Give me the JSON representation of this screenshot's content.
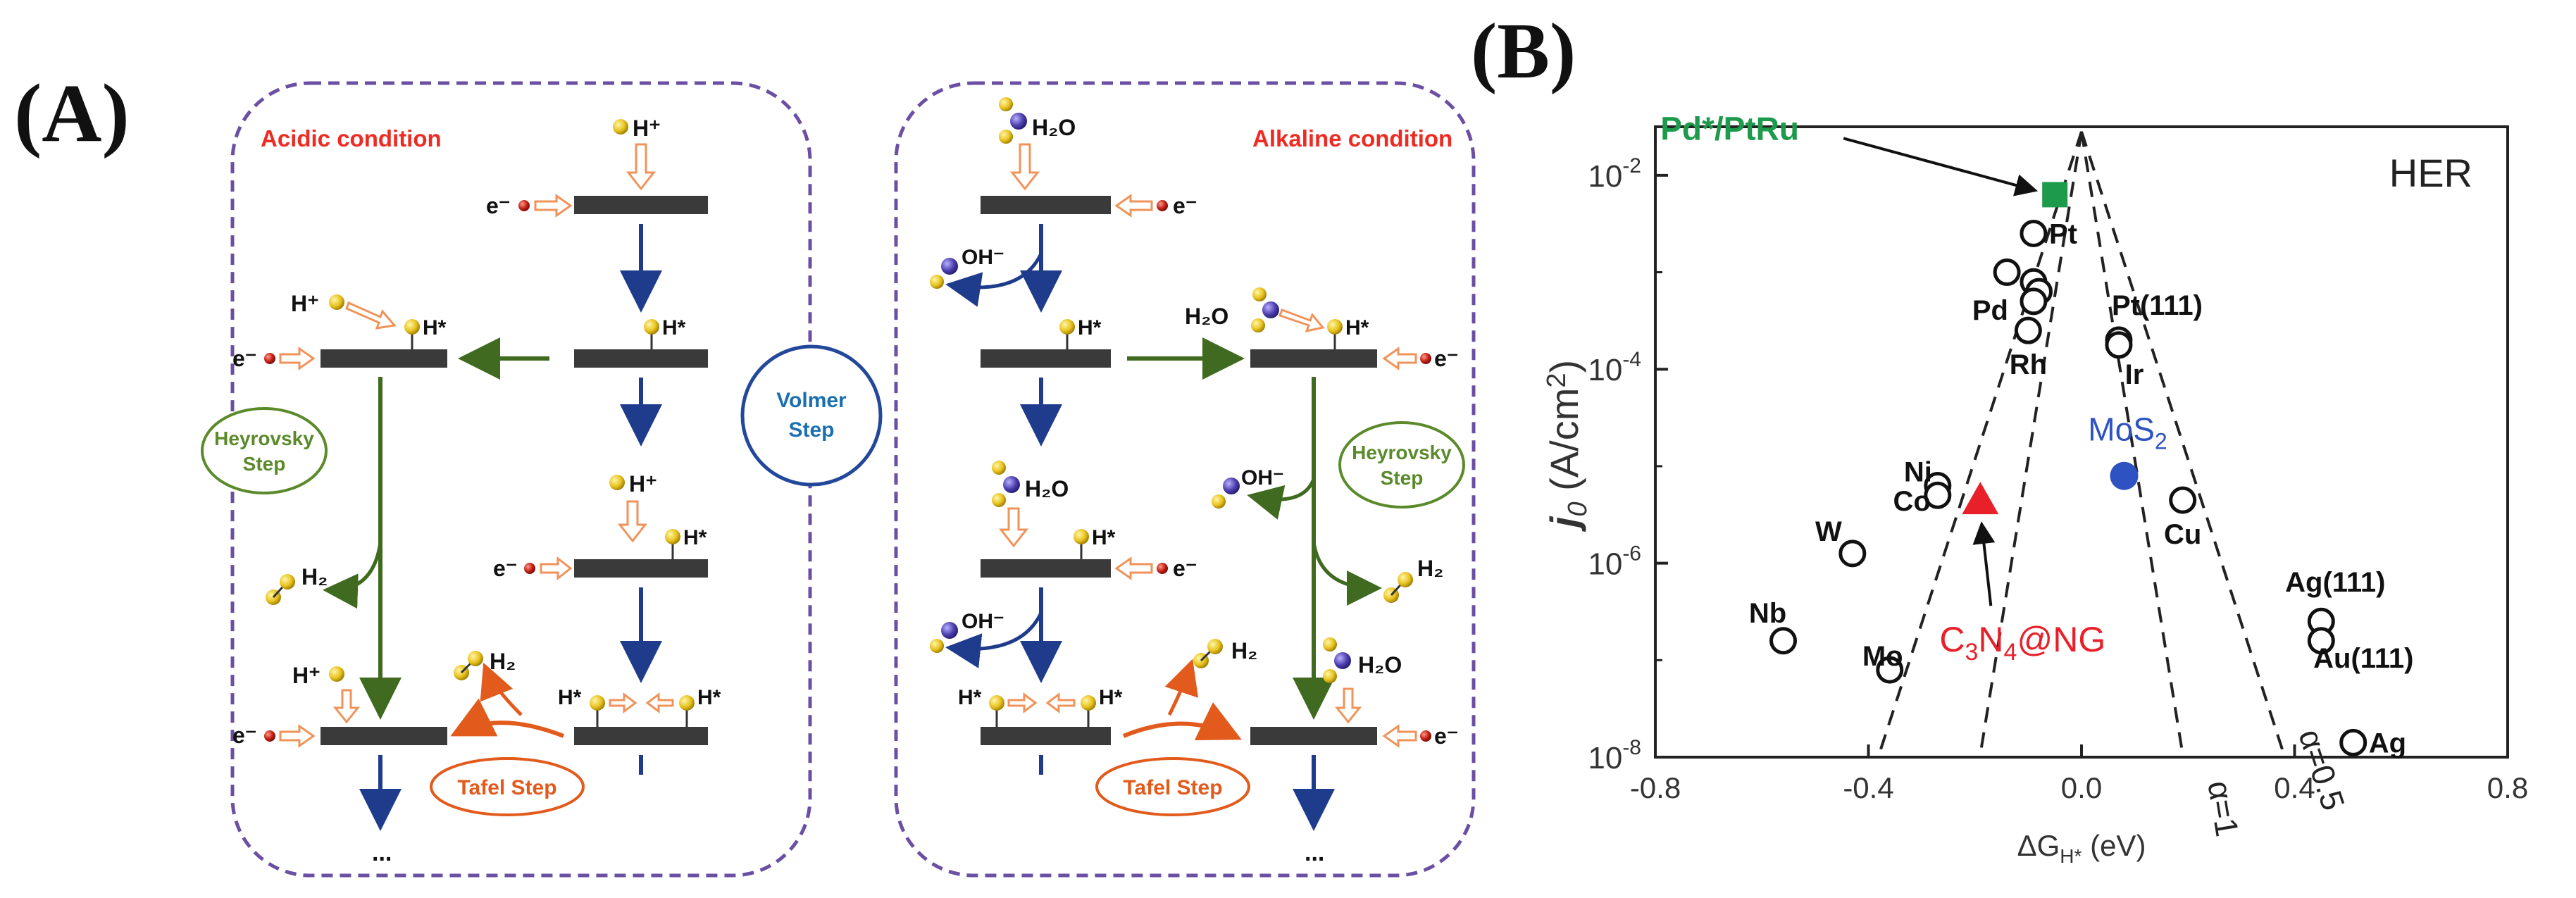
{
  "panel_a": {
    "label": "(A)",
    "acidic_title": "Acidic condition",
    "alkaline_title": "Alkaline condition",
    "volmer_line1": "Volmer",
    "volmer_line2": "Step",
    "heyrovsky_line1": "Heyrovsky",
    "heyrovsky_line2": "Step",
    "tafel": "Tafel Step",
    "species": {
      "h_plus": "H⁺",
      "h_star": "H*",
      "h2": "H₂",
      "h2o": "H₂O",
      "oh_minus": "OH⁻",
      "e_minus": "e⁻",
      "ellipsis": "..."
    }
  },
  "panel_b": {
    "label": "(B)",
    "legend": "HER",
    "chart_data": {
      "type": "scatter",
      "xlabel": "ΔG",
      "xlabel_sub": "H*",
      "xlabel_unit": " (eV)",
      "ylabel": "j",
      "ylabel_sub": "0",
      "ylabel_unit": " (A/cm",
      "ylabel_sup": "2",
      "ylabel_end": ")",
      "xlim": [
        -0.8,
        0.8
      ],
      "ylim_log10": [
        -8,
        -1.5
      ],
      "x_ticks": [
        "-0.8",
        "-0.4",
        "0.0",
        "0.4",
        "0.8"
      ],
      "y_ticks": [
        {
          "base": "10",
          "exp": "-8",
          "log": -8
        },
        {
          "base": "10",
          "exp": "-6",
          "log": -6
        },
        {
          "base": "10",
          "exp": "-4",
          "log": -4
        },
        {
          "base": "10",
          "exp": "-2",
          "log": -2
        }
      ],
      "volcano_lines": [
        {
          "label": "α=0.5",
          "slope_per_eV": 16.9,
          "apex_x": 0,
          "apex_log": -1.55
        },
        {
          "label": "α=1",
          "slope_per_eV": 33.8,
          "apex_x": 0,
          "apex_log": -1.55
        }
      ],
      "points": [
        {
          "label": "Pt",
          "x": -0.09,
          "log_j": -2.6
        },
        {
          "label": "",
          "x": -0.14,
          "log_j": -3.0
        },
        {
          "label": "",
          "x": -0.09,
          "log_j": -3.1
        },
        {
          "label": "",
          "x": -0.08,
          "log_j": -3.2
        },
        {
          "label": "Pd",
          "x": -0.09,
          "log_j": -3.3
        },
        {
          "label": "Rh",
          "x": -0.1,
          "log_j": -3.6
        },
        {
          "label": "Pt(111)",
          "x": 0.07,
          "log_j": -3.7
        },
        {
          "label": "Ir",
          "x": 0.07,
          "log_j": -3.75
        },
        {
          "label": "Ni",
          "x": -0.27,
          "log_j": -5.2
        },
        {
          "label": "Co",
          "x": -0.27,
          "log_j": -5.3
        },
        {
          "label": "Cu",
          "x": 0.19,
          "log_j": -5.35
        },
        {
          "label": "W",
          "x": -0.43,
          "log_j": -5.9
        },
        {
          "label": "Nb",
          "x": -0.56,
          "log_j": -6.8
        },
        {
          "label": "Mo",
          "x": -0.36,
          "log_j": -7.1
        },
        {
          "label": "Ag(111)",
          "x": 0.45,
          "log_j": -6.6
        },
        {
          "label": "Au(111)",
          "x": 0.45,
          "log_j": -6.8
        },
        {
          "label": "Ag",
          "x": 0.51,
          "log_j": -7.85
        }
      ],
      "highlights": [
        {
          "label": "Pd*/PtRu",
          "x": -0.05,
          "log_j": -2.2,
          "marker": "square",
          "color": "#1e9a4c"
        },
        {
          "label": "MoS",
          "label_sub": "2",
          "x": 0.08,
          "log_j": -5.1,
          "marker": "circle",
          "color": "#2f52c2"
        },
        {
          "label": "C",
          "label_sub": "3",
          "label_mid": "N",
          "label_sub2": "4",
          "label_end": "@NG",
          "x": -0.19,
          "log_j": -5.35,
          "marker": "triangle",
          "color": "#e8202a"
        }
      ]
    }
  }
}
